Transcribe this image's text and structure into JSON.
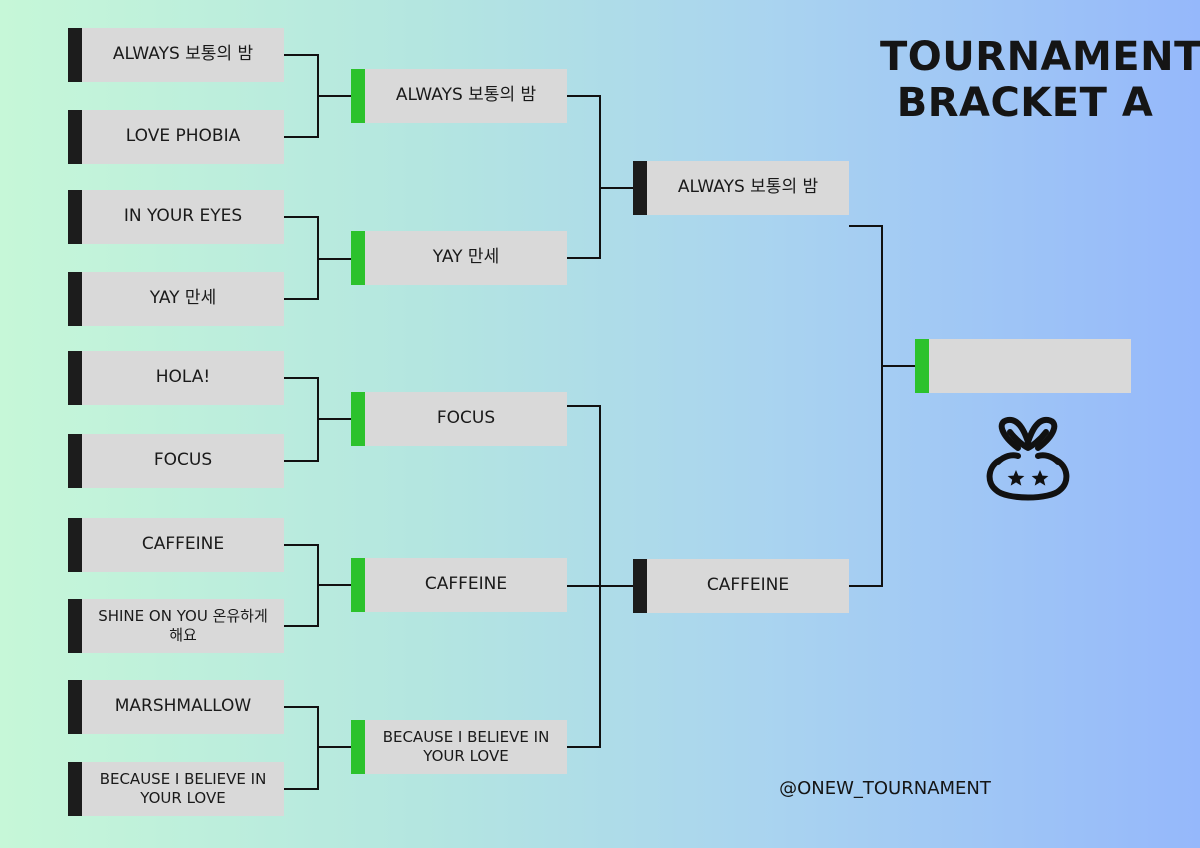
{
  "title": {
    "line1": "TOURNAMENT",
    "line2": "BRACKET A"
  },
  "handle": "@ONEW_TOURNAMENT",
  "colors": {
    "accent_green": "#2cc22c",
    "bar_dark": "#1c1c1c",
    "slot_fill": "#d9d9d9"
  },
  "round1": [
    "ALWAYS 보통의 밤",
    "LOVE PHOBIA",
    "IN YOUR EYES",
    "YAY 만세",
    "HOLA!",
    "FOCUS",
    "CAFFEINE",
    "SHINE ON YOU 온유하게 해요",
    "MARSHMALLOW",
    "BECAUSE I BELIEVE IN YOUR LOVE"
  ],
  "round2": [
    "ALWAYS 보통의 밤",
    "YAY 만세",
    "FOCUS",
    "CAFFEINE",
    "BECAUSE I BELIEVE IN YOUR LOVE"
  ],
  "semifinal": [
    "ALWAYS 보통의 밤",
    "CAFFEINE"
  ],
  "final": "",
  "mascot_icon": "bunny-face-icon"
}
